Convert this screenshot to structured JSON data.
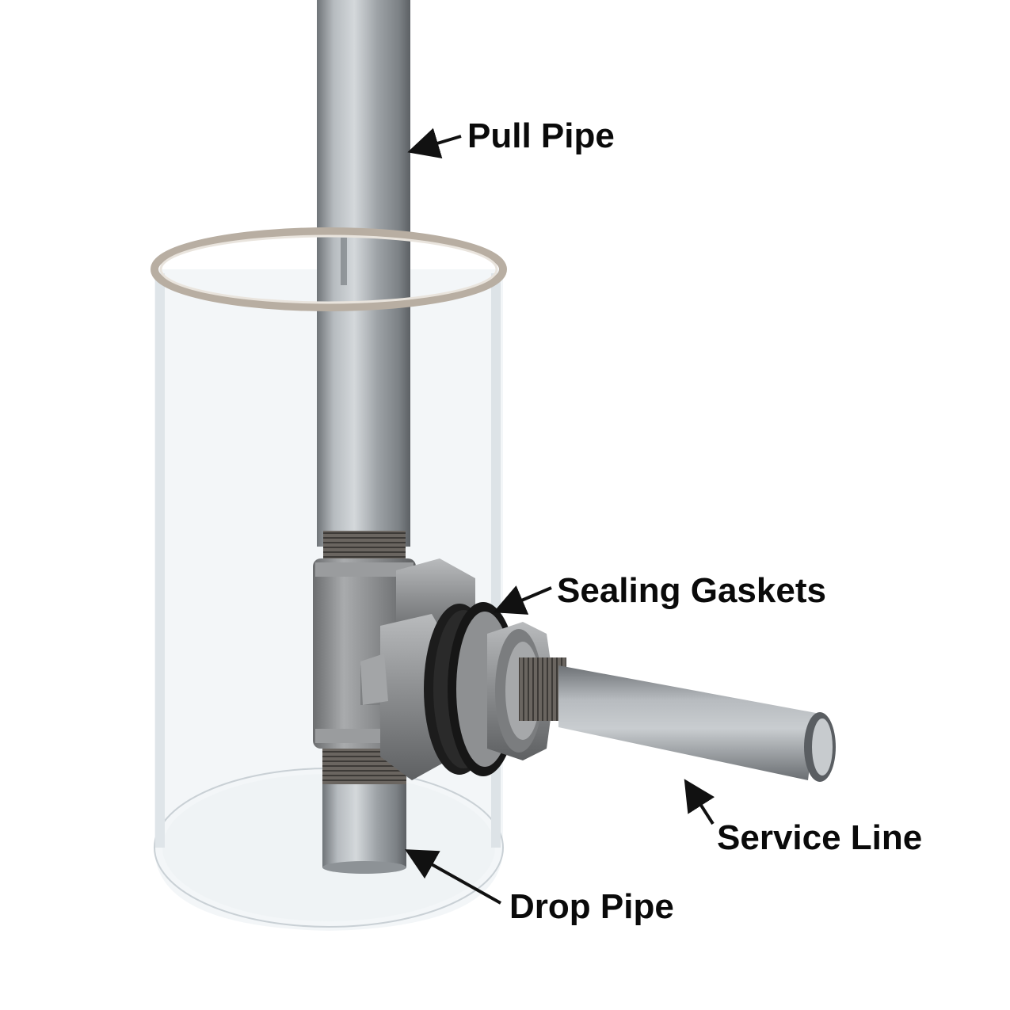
{
  "labels": {
    "pull_pipe": "Pull Pipe",
    "sealing_gaskets": "Sealing Gaskets",
    "service_line": "Service Line",
    "drop_pipe": "Drop Pipe"
  },
  "colors": {
    "background": "#ffffff",
    "label_text": "#0a0a0a",
    "arrow": "#111111",
    "galvanized_pipe": "#9ea3a8",
    "stainless_fitting": "#8d8f91",
    "gasket": "#1a1a1a",
    "clear_casing": "#e6ecf0"
  },
  "icons": {
    "callout_arrow": "arrow-icon"
  }
}
